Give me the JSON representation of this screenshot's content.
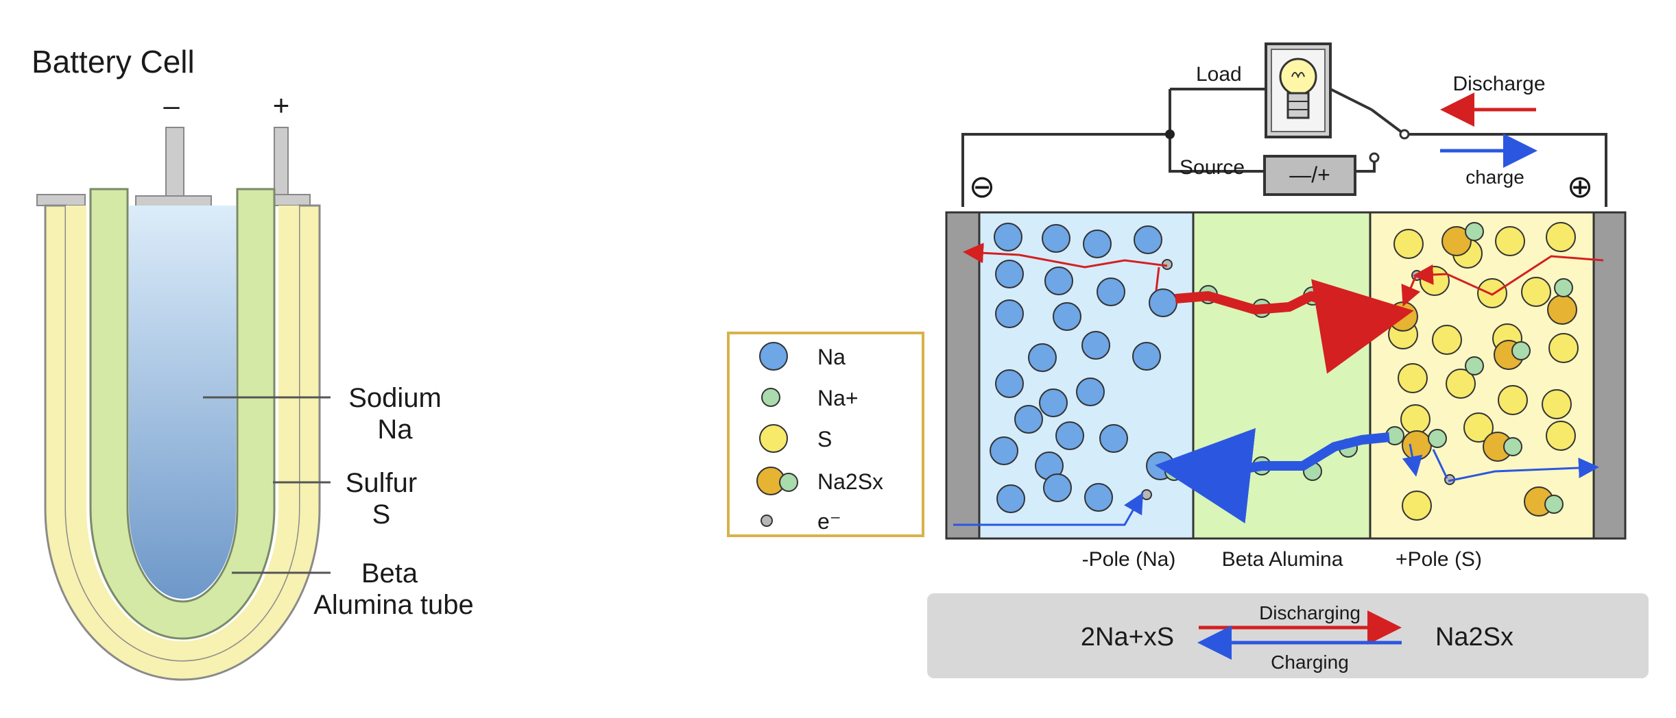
{
  "battery_cell": {
    "title": "Battery Cell",
    "minus_sign": "–",
    "plus_sign": "+",
    "labels": {
      "sodium_line1": "Sodium",
      "sodium_line2": "Na",
      "sulfur_line1": "Sulfur",
      "sulfur_line2": "S",
      "beta_line1": "Beta",
      "beta_line2": "Alumina tube"
    },
    "colors": {
      "sulfur": "#f7f1b2",
      "beta_alumina": "#d4e9a6",
      "sodium_top": "#dcecf9",
      "sodium_bottom": "#6e98c9",
      "terminal": "#cccccc"
    }
  },
  "circuit": {
    "load_label": "Load",
    "source_label": "Source",
    "source_symbol": "—/+",
    "discharge_label": "Discharge",
    "charge_label": "charge",
    "negative_terminal": "⊖",
    "positive_terminal": "⊕"
  },
  "cell_diagram": {
    "zone_labels": {
      "negative_pole": "-Pole (Na)",
      "beta_alumina": "Beta Alumina",
      "positive_pole": "+Pole (S)"
    },
    "colors": {
      "negative_zone": "#d5ecfb",
      "beta_zone": "#d9f5b7",
      "positive_zone": "#fcf7c3",
      "electrode": "#9c9c9c",
      "discharge_arrow": "#d42020",
      "charge_arrow": "#2b57e0"
    }
  },
  "legend": {
    "items": [
      {
        "label": "Na",
        "color": "#6ea6e6"
      },
      {
        "label": "Na+",
        "color": "#a9dbac"
      },
      {
        "label": "S",
        "color": "#f7e96a"
      },
      {
        "label": "Na2Sx",
        "color": "#e6b332"
      },
      {
        "label": "e⁻",
        "color": "#b7b7b7"
      }
    ]
  },
  "reaction": {
    "left": "2Na+xS",
    "right": "Na2Sx",
    "forward_label": "Discharging",
    "reverse_label": "Charging"
  }
}
